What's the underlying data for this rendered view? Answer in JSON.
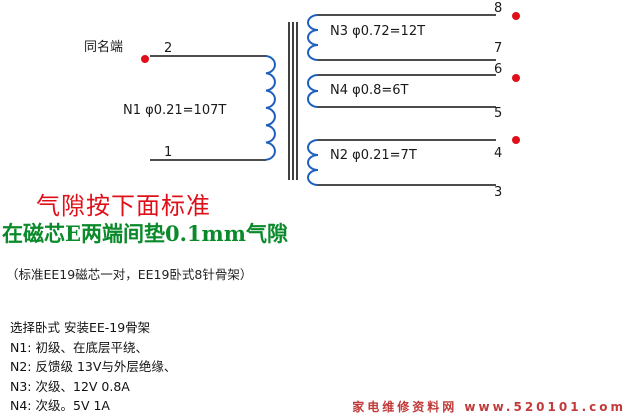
{
  "diagram": {
    "label_same_end": "同名端",
    "primary": {
      "pin_top": "2",
      "pin_bottom": "1",
      "label": "N1  φ0.21=107T"
    },
    "n3": {
      "label": "N3  φ0.72=12T",
      "pin_top": "8",
      "pin_bottom": "7"
    },
    "n4": {
      "label": "N4  φ0.8=6T",
      "pin_top": "6",
      "pin_bottom": "5"
    },
    "n2": {
      "label": "N2  φ0.21=7T",
      "pin_top": "4",
      "pin_bottom": "3"
    },
    "dot_color": "#e0101a",
    "winding_color": "#1d5fbf"
  },
  "headline1": "气隙按下面标准",
  "headline2": "在磁芯E两端间垫0.1mm气隙",
  "bobbin_note": "（标准EE19磁芯一对，EE19卧式8针骨架）",
  "notes": [
    "选择卧式 安装EE-19骨架",
    "N1:  初级、在底层平绕、",
    "N2:  反馈级 13V与外层绝缘、",
    "N3:  次级、12V  0.8A",
    "N4:  次级。5V     1A"
  ],
  "watermark": "家电维修资料网  www.520101.com"
}
